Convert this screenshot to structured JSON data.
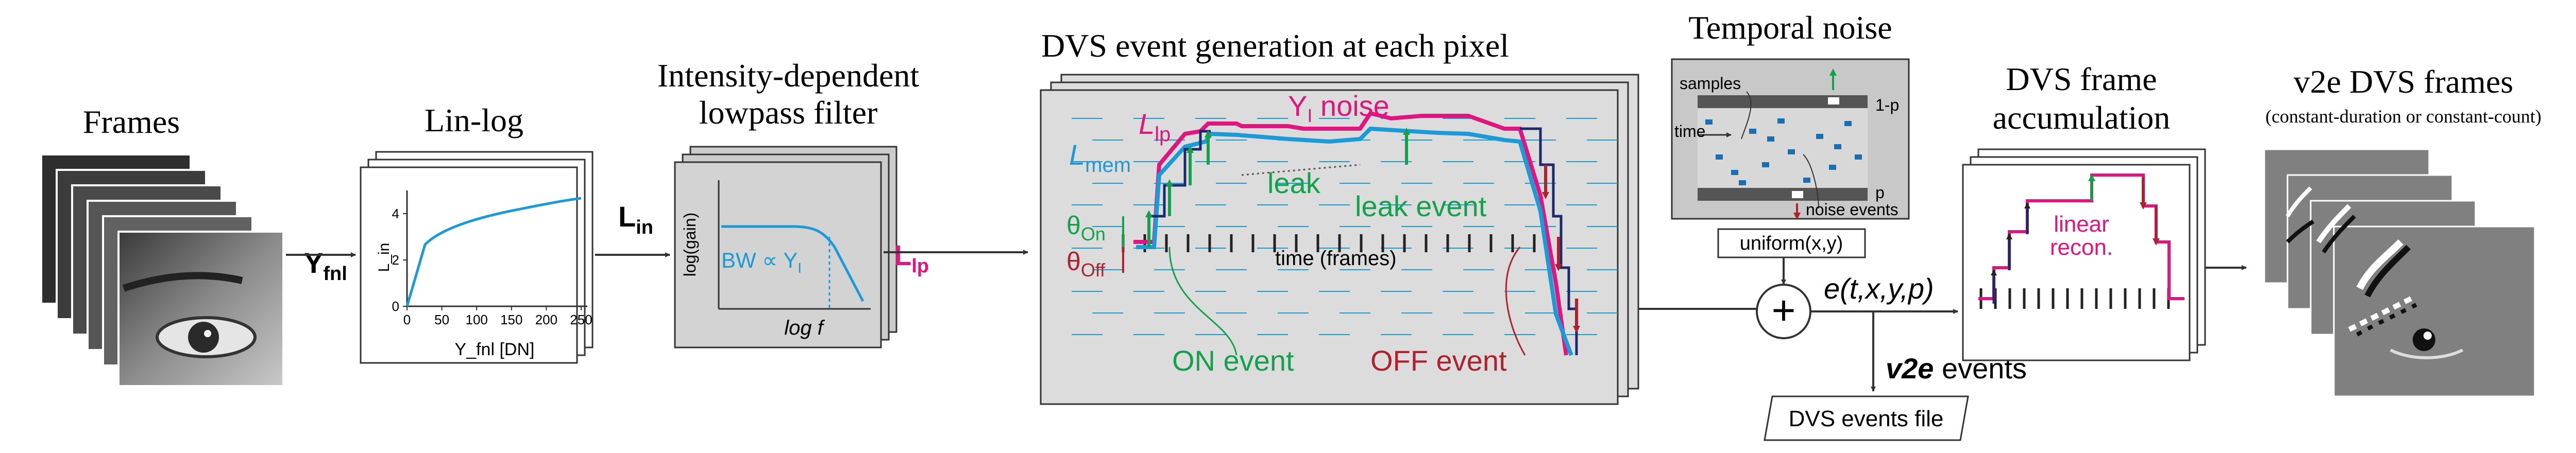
{
  "stages": {
    "frames": {
      "title": "Frames"
    },
    "linlog": {
      "title": "Lin-log",
      "x_axis_label": "Y_fnl [DN]",
      "y_axis_label": "L_in",
      "x_ticks": [
        "0",
        "50",
        "100",
        "150",
        "200",
        "250"
      ],
      "y_ticks": [
        "0",
        "2",
        "4"
      ]
    },
    "lowpass": {
      "title_line1": "Intensity-dependent",
      "title_line2": "lowpass filter",
      "x_axis_label": "log f",
      "y_axis_label": "log(gain)",
      "annotation": "BW ∝ Y",
      "annotation_sub": "I"
    },
    "dvs": {
      "title": "DVS event generation at each pixel",
      "time_label": "time (frames)",
      "l_lp": "L",
      "l_lp_sub": "lp",
      "l_mem": "L",
      "l_mem_sub": "mem",
      "noise_label": "Y",
      "noise_label_sub": "I",
      "noise_word": " noise",
      "leak_label": "leak",
      "leak_event_label": "leak event",
      "theta_on": "θ",
      "theta_on_sub": "On",
      "theta_off": "θ",
      "theta_off_sub": "Off",
      "on_event_label": "ON event",
      "off_event_label": "OFF event"
    },
    "temporal_noise": {
      "title": "Temporal noise",
      "samples_label": "samples",
      "time_label": "time",
      "p_top": "1-p",
      "p_bottom": "p",
      "noise_events_label": "noise events",
      "uniform_label": "uniform(x,y)"
    },
    "accumulation": {
      "title_line1": "DVS frame",
      "title_line2": "accumulation",
      "recon_line1": "linear",
      "recon_line2": "recon."
    },
    "v2e_frames": {
      "title": "v2e DVS frames",
      "subtitle": "(constant-duration or constant-count)"
    }
  },
  "signals": {
    "y_fnl": "Y",
    "y_fnl_sub": "fnl",
    "l_in": "L",
    "l_in_sub": "in",
    "l_lp": "L",
    "l_lp_sub": "lp",
    "event_tuple": "e(t,x,y,p)",
    "v2e_events_italic": "v2e",
    "v2e_events_rest": " events",
    "events_file": "DVS events file",
    "sum_symbol": "+"
  },
  "colors": {
    "magenta": "#e0157f",
    "cyan": "#1a9ad6",
    "green": "#13a14b",
    "red": "#b0212e",
    "navy": "#1b2a6b",
    "panel_gray": "#dcdcdc",
    "frame_gray": "#808080"
  }
}
